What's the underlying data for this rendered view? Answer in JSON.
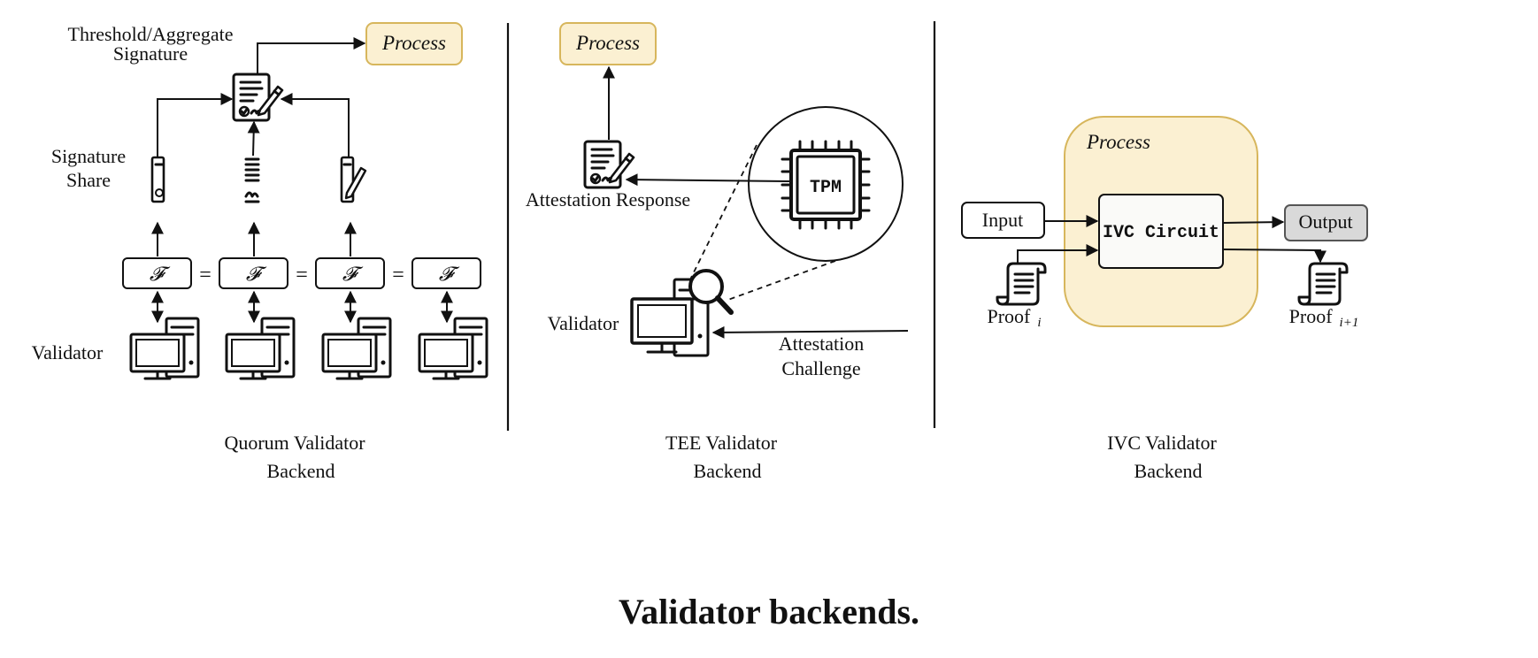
{
  "quorum": {
    "top_label_line1": "Threshold/Aggregate",
    "top_label_line2": "Signature",
    "process_label": "Process",
    "share_label_line1": "Signature",
    "share_label_line2": "Share",
    "func_symbol": "𝓕",
    "equals": "=",
    "validator_label": "Validator",
    "backend_line1": "Quorum Validator",
    "backend_line2": "Backend"
  },
  "tee": {
    "process_label": "Process",
    "response_label": "Attestation Response",
    "tpm_label": "TPM",
    "validator_label": "Validator",
    "challenge_line1": "Attestation",
    "challenge_line2": "Challenge",
    "backend_line1": "TEE Validator",
    "backend_line2": "Backend"
  },
  "ivc": {
    "process_label": "Process",
    "input_label": "Input",
    "circuit_label": "IVC Circuit",
    "output_label": "Output",
    "proof_in_label": "Proof",
    "proof_in_sub": "i",
    "proof_out_label": "Proof",
    "proof_out_sub": "i+1",
    "backend_line1": "IVC Validator",
    "backend_line2": "Backend"
  },
  "caption": "Validator backends.",
  "colors": {
    "process_fill": "#fbf0d2",
    "process_stroke": "#d7b65c",
    "output_fill": "#d9d9d9",
    "circuit_fill": "#fafaf8"
  }
}
